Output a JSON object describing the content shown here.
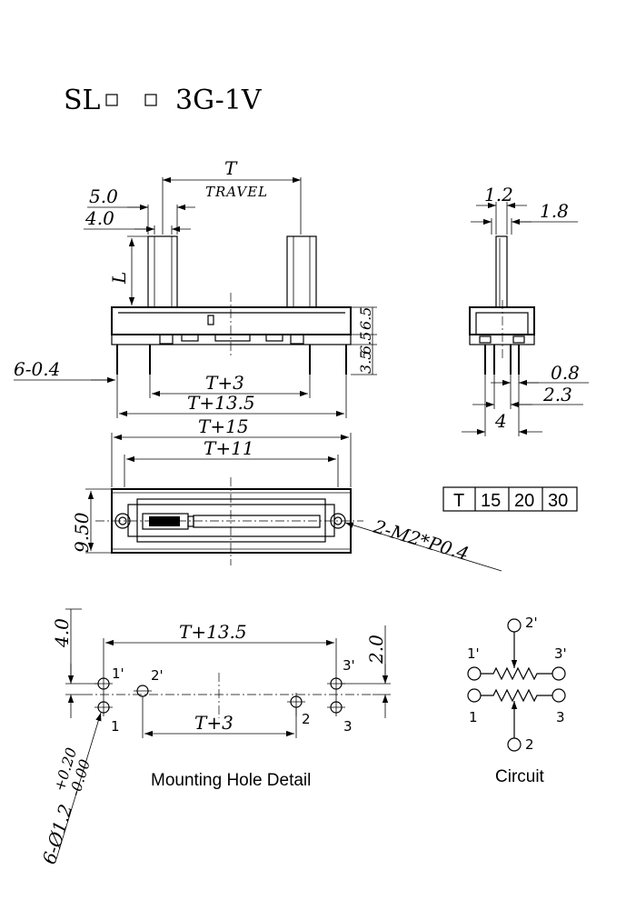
{
  "title": {
    "prefix": "SL",
    "suffix": "3G-1V"
  },
  "front_view": {
    "travel_symbol": "T",
    "travel_word": "TRAVEL",
    "dim_5_0": "5.0",
    "dim_4_0": "4.0",
    "dim_L": "L",
    "dim_6_5": "6.5",
    "dim_6_5b": "6.5",
    "dim_3_5": "3.5",
    "dim_pin": "6-0.4",
    "dim_t3": "T+3",
    "dim_t135": "T+13.5"
  },
  "side_view": {
    "dim_1_2": "1.2",
    "dim_1_8": "1.8",
    "dim_0_8": "0.8",
    "dim_2_3": "2.3",
    "dim_4": "4"
  },
  "top_view": {
    "dim_t15": "T+15",
    "dim_t11": "T+11",
    "dim_9_50": "9.50",
    "dim_screw": "2-M2*P0.4"
  },
  "table": {
    "header": "T",
    "values": [
      "15",
      "20",
      "30"
    ]
  },
  "mounting": {
    "caption": "Mounting Hole Detail",
    "dim_4_0": "4.0",
    "dim_2_0": "2.0",
    "dim_t135": "T+13.5",
    "dim_t3": "T+3",
    "dim_hole": "6-Ø1.2",
    "tol_plus": "+0.20",
    "tol_minus": "-0.00",
    "pins": {
      "p1p": "1'",
      "p2p": "2'",
      "p3p": "3'",
      "p1": "1",
      "p2": "2",
      "p3": "3"
    }
  },
  "circuit": {
    "caption": "Circuit",
    "pins": {
      "p2p": "2'",
      "p1p": "1'",
      "p3p": "3'",
      "p1": "1",
      "p3": "3",
      "p2": "2"
    }
  }
}
